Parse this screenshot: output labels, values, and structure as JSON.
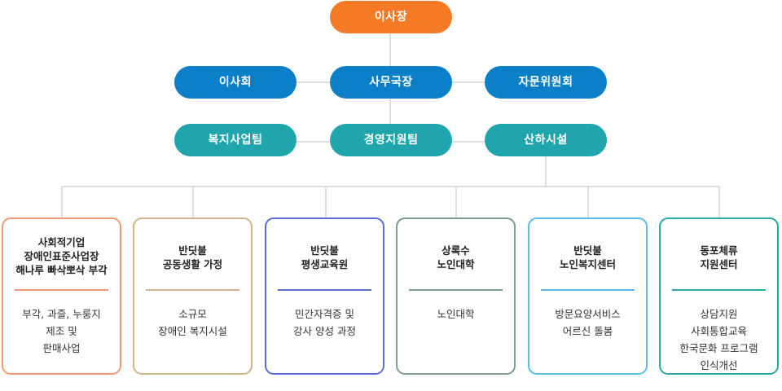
{
  "top": {
    "label": "이사장"
  },
  "row2": {
    "left": "이사회",
    "center": "사무국장",
    "right": "자문위원회"
  },
  "row3": {
    "left": "복지사업팀",
    "center": "경영지원팀",
    "right": "산하시설"
  },
  "facilities": [
    {
      "title": [
        "사회적기업",
        "장애인표준사업장",
        "해나루 빠삭뽀삭 부각"
      ],
      "desc": [
        "부각, 과즐, 누룽지",
        "제조 및",
        "판매사업"
      ],
      "color": "#ef9a74"
    },
    {
      "title": [
        "반딧불",
        "공동생활 가정"
      ],
      "desc": [
        "소규모",
        "장애인 복지시설"
      ],
      "color": "#cdb48a"
    },
    {
      "title": [
        "반딧불",
        "평생교육원"
      ],
      "desc": [
        "민간자격증 및",
        "강사 양성 과정"
      ],
      "color": "#5d6bd6"
    },
    {
      "title": [
        "상록수",
        "노인대학"
      ],
      "desc": [
        "노인대학"
      ],
      "color": "#7f9a90"
    },
    {
      "title": [
        "반딧불",
        "노인복지센터"
      ],
      "desc": [
        "방문요양서비스",
        "어르신 돌봄"
      ],
      "color": "#5bbce8"
    },
    {
      "title": [
        "동포체류",
        "지원센터"
      ],
      "desc": [
        "상담지원",
        "사회통합교육",
        "한국문화 프로그램",
        "인식개선"
      ],
      "color": "#2aa8a2"
    }
  ]
}
